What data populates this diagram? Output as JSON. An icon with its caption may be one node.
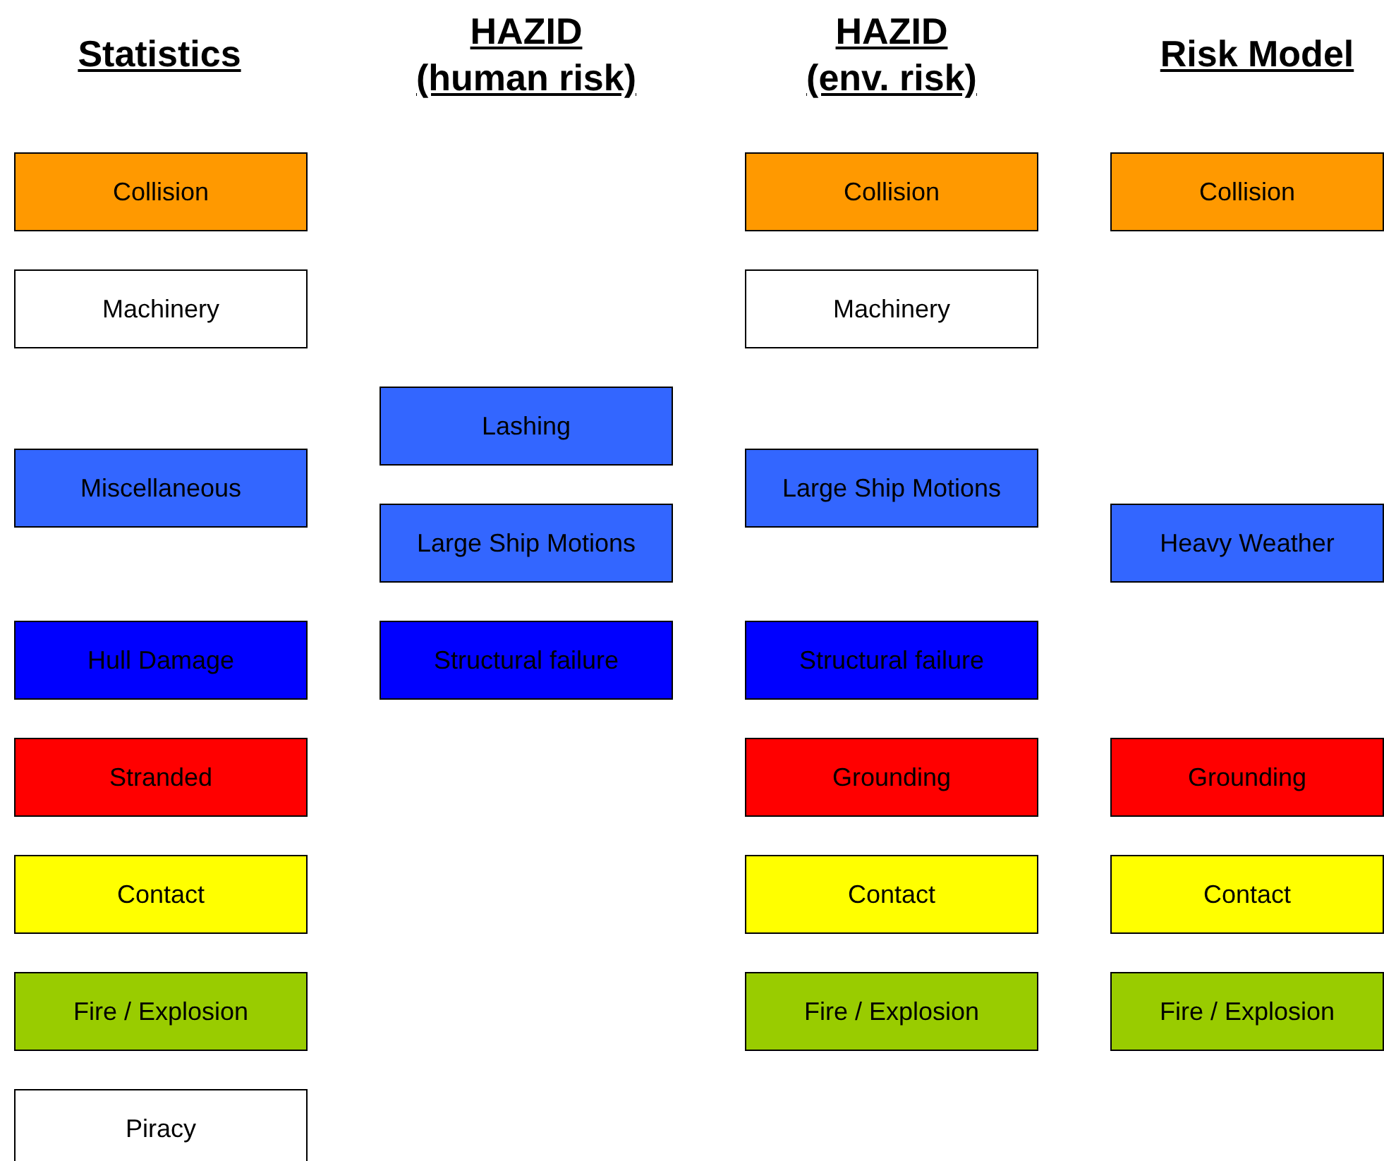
{
  "diagram": {
    "nodes": [
      {
        "text": [
          "Collision"
        ]
      },
      {
        "text": [
          "Machinery"
        ]
      },
      {
        "text": [
          "Miscellaneous"
        ]
      },
      {
        "text": [
          "Hull Damage"
        ]
      },
      {
        "text": [
          "Stranded"
        ]
      },
      {
        "text": [
          "Contact"
        ]
      },
      {
        "text": [
          "Fire / Explosion"
        ]
      },
      {
        "text": [
          "Piracy"
        ]
      },
      {
        "text": [
          "Lashing"
        ]
      },
      {
        "text": [
          "Large Ship Motions"
        ]
      },
      {
        "text": [
          "Structural failure"
        ]
      },
      {
        "text": [
          "Collision"
        ]
      },
      {
        "text": [
          "Machinery"
        ]
      },
      {
        "text": [
          "Large Ship Motions"
        ]
      },
      {
        "text": [
          "Structural failure"
        ]
      },
      {
        "text": [
          "Grounding"
        ]
      },
      {
        "text": [
          "Contact"
        ]
      },
      {
        "text": [
          "Fire / Explosion"
        ]
      },
      {
        "text": [
          "Collision"
        ]
      },
      {
        "text": [
          "Heavy Weather"
        ]
      },
      {
        "text": [
          "Grounding"
        ]
      },
      {
        "text": [
          "Contact"
        ]
      },
      {
        "text": [
          "Fire / Explosion"
        ]
      }
    ],
    "labels": [
      "Statistics",
      "HAZID (human risk)",
      "HAZID (env. risk)",
      "Risk Model"
    ]
  }
}
